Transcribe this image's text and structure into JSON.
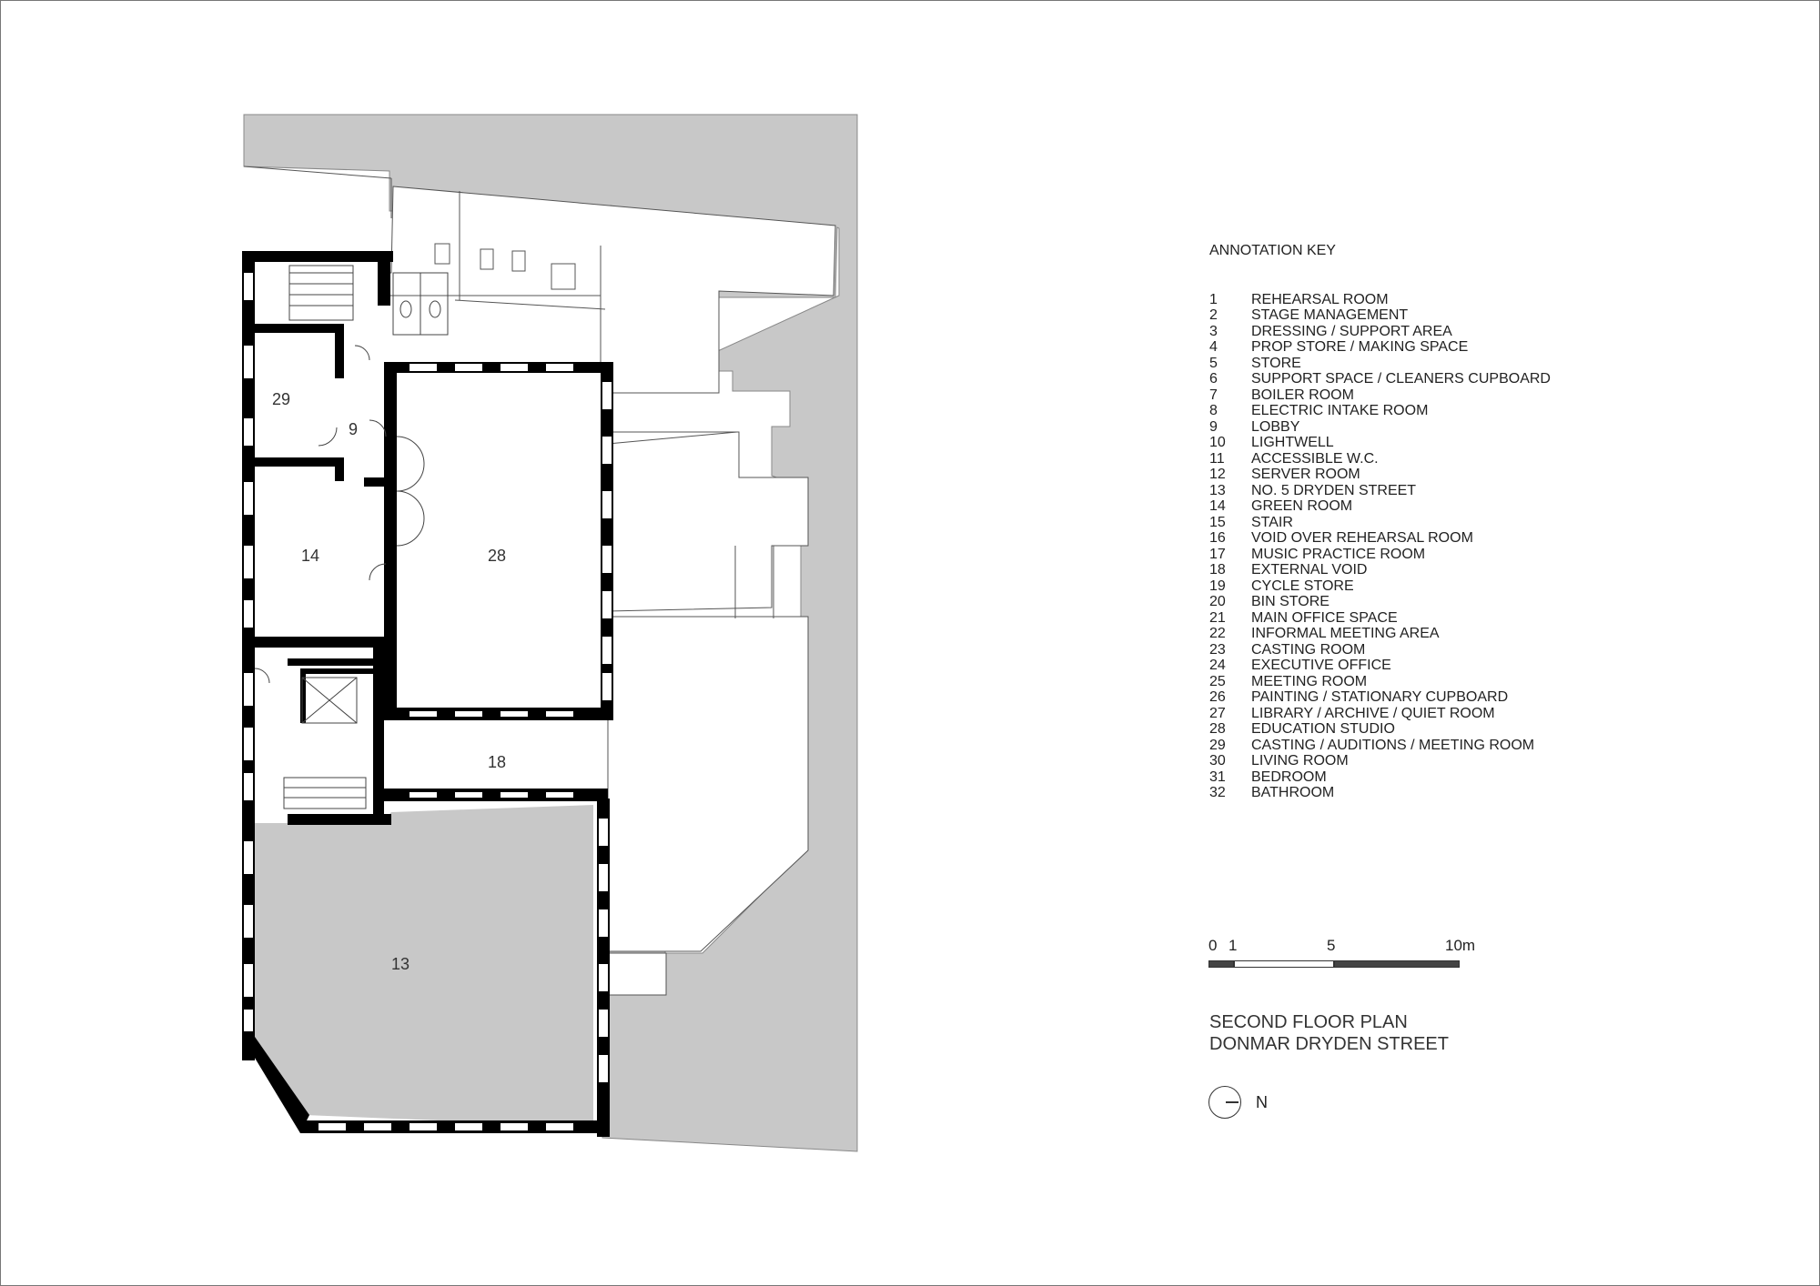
{
  "annotation_key": {
    "title": "ANNOTATION KEY",
    "items": [
      {
        "num": "1",
        "label": "REHEARSAL ROOM"
      },
      {
        "num": "2",
        "label": "STAGE MANAGEMENT"
      },
      {
        "num": "3",
        "label": "DRESSING / SUPPORT AREA"
      },
      {
        "num": "4",
        "label": "PROP STORE / MAKING SPACE"
      },
      {
        "num": "5",
        "label": "STORE"
      },
      {
        "num": "6",
        "label": "SUPPORT SPACE / CLEANERS CUPBOARD"
      },
      {
        "num": "7",
        "label": "BOILER ROOM"
      },
      {
        "num": "8",
        "label": "ELECTRIC INTAKE ROOM"
      },
      {
        "num": "9",
        "label": "LOBBY"
      },
      {
        "num": "10",
        "label": "LIGHTWELL"
      },
      {
        "num": "11",
        "label": "ACCESSIBLE W.C."
      },
      {
        "num": "12",
        "label": "SERVER ROOM"
      },
      {
        "num": "13",
        "label": "NO. 5 DRYDEN STREET"
      },
      {
        "num": "14",
        "label": "GREEN ROOM"
      },
      {
        "num": "15",
        "label": "STAIR"
      },
      {
        "num": "16",
        "label": "VOID OVER REHEARSAL ROOM"
      },
      {
        "num": "17",
        "label": "MUSIC PRACTICE ROOM"
      },
      {
        "num": "18",
        "label": "EXTERNAL VOID"
      },
      {
        "num": "19",
        "label": "CYCLE STORE"
      },
      {
        "num": "20",
        "label": "BIN STORE"
      },
      {
        "num": "21",
        "label": "MAIN OFFICE SPACE"
      },
      {
        "num": "22",
        "label": "INFORMAL MEETING AREA"
      },
      {
        "num": "23",
        "label": "CASTING ROOM"
      },
      {
        "num": "24",
        "label": "EXECUTIVE OFFICE"
      },
      {
        "num": "25",
        "label": "MEETING ROOM"
      },
      {
        "num": "26",
        "label": "PAINTING / STATIONARY CUPBOARD"
      },
      {
        "num": "27",
        "label": "LIBRARY / ARCHIVE / QUIET ROOM"
      },
      {
        "num": "28",
        "label": "EDUCATION STUDIO"
      },
      {
        "num": "29",
        "label": "CASTING / AUDITIONS / MEETING ROOM"
      },
      {
        "num": "30",
        "label": "LIVING ROOM"
      },
      {
        "num": "31",
        "label": "BEDROOM"
      },
      {
        "num": "32",
        "label": "BATHROOM"
      }
    ]
  },
  "scale_bar": {
    "labels": [
      "0",
      "1",
      "5",
      "10m"
    ]
  },
  "drawing_title": {
    "line1": "SECOND FLOOR PLAN",
    "line2": "DONMAR DRYDEN STREET"
  },
  "north_arrow": {
    "label": "N",
    "icon": "north-arrow-icon"
  },
  "room_labels": {
    "r29": "29",
    "r9": "9",
    "r14": "14",
    "r28": "28",
    "r18": "18",
    "r13": "13"
  },
  "colors": {
    "wall": "#000000",
    "neighbour_fill": "#c8c8c8",
    "line": "#555555"
  }
}
